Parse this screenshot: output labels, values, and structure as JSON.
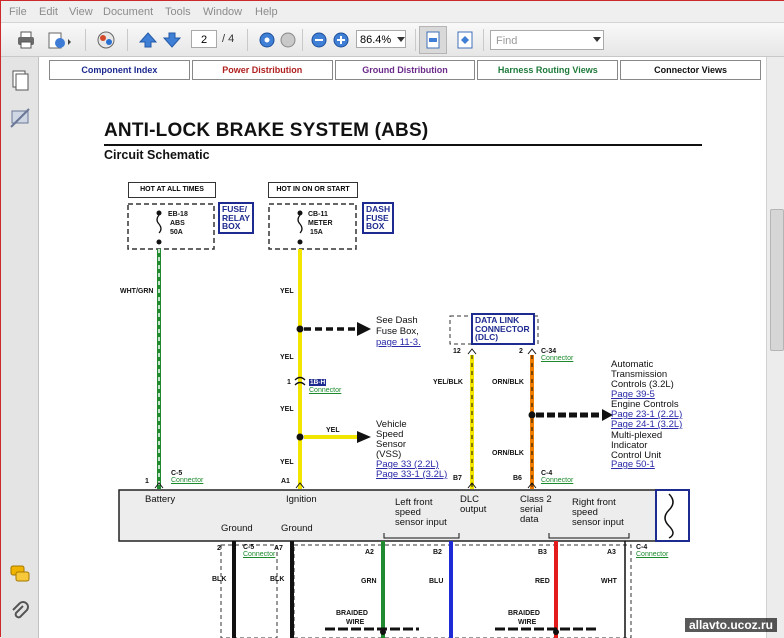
{
  "menu": [
    "File",
    "Edit",
    "View",
    "Document",
    "Tools",
    "Window",
    "Help"
  ],
  "toolbar": {
    "page_current": "2",
    "page_total": "/ 4",
    "zoom": "86.4%",
    "find_placeholder": "Find"
  },
  "nav_tabs": [
    {
      "label": "Component Index",
      "color": "#1d2a8f"
    },
    {
      "label": "Power Distribution",
      "color": "#b02020"
    },
    {
      "label": "Ground Distribution",
      "color": "#6b2a8a"
    },
    {
      "label": "Harness Routing Views",
      "color": "#1e7a3a"
    },
    {
      "label": "Connector Views",
      "color": "#111111"
    }
  ],
  "doc": {
    "title": "ANTI-LOCK BRAKE SYSTEM (ABS)",
    "subtitle": "Circuit Schematic"
  },
  "schematic": {
    "hot_all_times": "HOT AT ALL TIMES",
    "hot_in_on": "HOT IN ON  OR START",
    "fuse1": [
      "EB-18",
      "ABS",
      "50A"
    ],
    "fuse2": [
      "CB-11",
      "METER",
      "15A"
    ],
    "fuse_relay_box": "FUSE/ RELAY BOX",
    "dash_fuse_box": "DASH FUSE BOX",
    "data_link_connector": "DATA LINK CONNECTOR (DLC)",
    "wire_whtgrn": "WHT/GRN",
    "wire_yel": "YEL",
    "wire_yelblk": "YEL/BLK",
    "wire_ornblk": "ORN/BLK",
    "see_dash_1": "See Dash",
    "see_dash_2": "Fuse Box,",
    "see_dash_link": "page 11-3.",
    "vss_lines": [
      "Vehicle",
      "Speed",
      "Sensor",
      "(VSS)"
    ],
    "vss_link1": "Page 33 (2.2L)",
    "vss_link2": "Page 33-1 (3.2L)",
    "atc_lines": [
      "Automatic",
      "Transmission",
      "Controls (3.2L)"
    ],
    "atc_link": "Page 39-5",
    "ec_text": "Engine Controls",
    "ec_link1": "Page 23-1 (2.2L)",
    "ec_link2": "Page 24-1 (3.2L)",
    "mic_lines": [
      "Multi-plexed",
      "Indicator",
      "Control Unit"
    ],
    "mic_link": "Page 50-1",
    "pin_12": "12",
    "pin_2": "2",
    "pin_1": "1",
    "pin_a1": "A1",
    "pin_b7": "B7",
    "pin_b6": "B6",
    "pin_a7": "A7",
    "pin_a2": "A2",
    "pin_b2": "B2",
    "pin_b3": "B3",
    "pin_a3": "A3",
    "conn_c5": "C-5",
    "conn_c4": "C-4",
    "conn_c34": "C-34",
    "conn_1bh": "1B-H",
    "connector_word": "Connector",
    "mod_battery": "Battery",
    "mod_ignition": "Ignition",
    "mod_ground1": "Ground",
    "mod_ground2": "Ground",
    "mod_lf": [
      "Left front",
      "speed",
      "sensor input"
    ],
    "mod_dlc": [
      "DLC",
      "output"
    ],
    "mod_class2": [
      "Class 2",
      "serial",
      "data"
    ],
    "mod_rf": [
      "Right front",
      "speed",
      "sensor input"
    ],
    "w_blk": "BLK",
    "w_grn": "GRN",
    "w_blu": "BLU",
    "w_red": "RED",
    "w_wht": "WHT",
    "braided": "BRAIDED",
    "wire": "WIRE"
  },
  "watermark": "allavto.ucoz.ru"
}
